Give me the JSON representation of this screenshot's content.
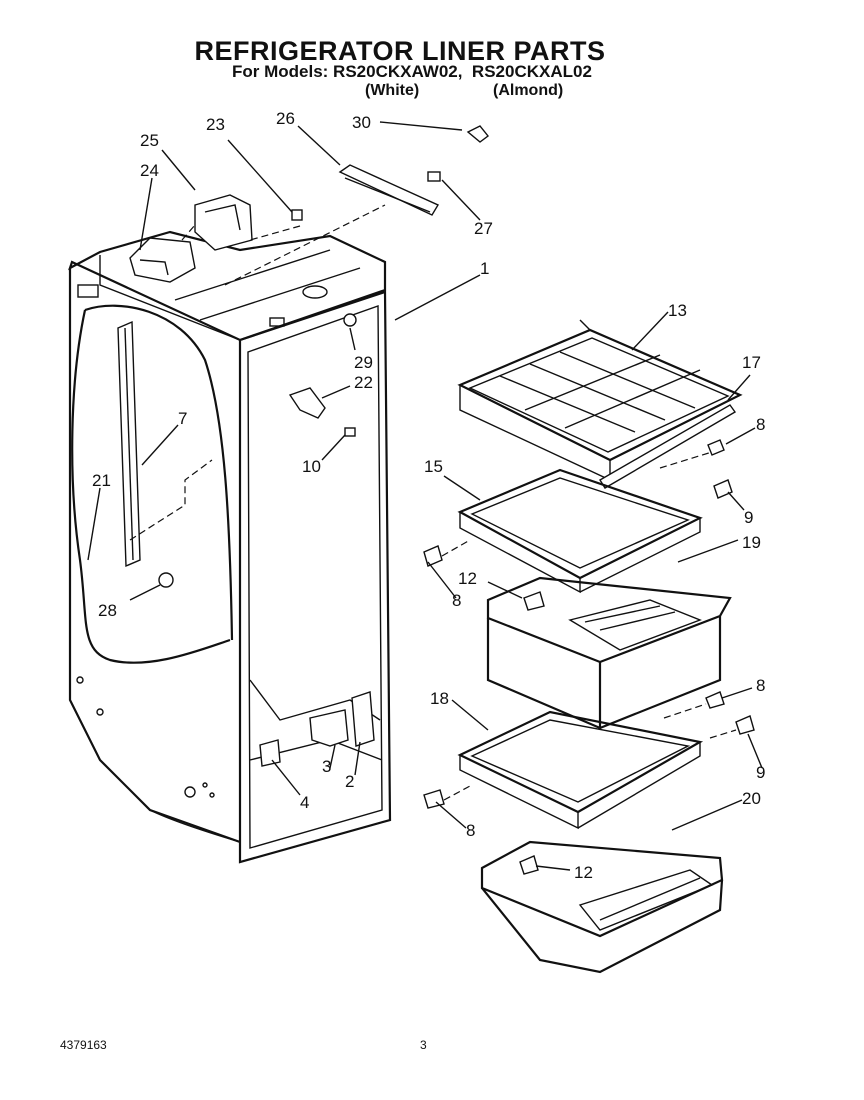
{
  "header": {
    "title": "REFRIGERATOR LINER PARTS",
    "models_line": "For Models: RS20CKXAW02,  RS20CKXAL02",
    "color_white": "(White)",
    "color_almond": "(Almond)"
  },
  "callouts": {
    "c1": "1",
    "c2": "2",
    "c3": "3",
    "c4": "4",
    "c7": "7",
    "c8a": "8",
    "c8b": "8",
    "c8c": "8",
    "c8d": "8",
    "c9a": "9",
    "c9b": "9",
    "c10": "10",
    "c12a": "12",
    "c12b": "12",
    "c13": "13",
    "c15": "15",
    "c17": "17",
    "c18": "18",
    "c19": "19",
    "c20": "20",
    "c21": "21",
    "c22": "22",
    "c23": "23",
    "c24": "24",
    "c25": "25",
    "c26": "26",
    "c27": "27",
    "c28": "28",
    "c29": "29",
    "c30": "30"
  },
  "footer": {
    "doc_number": "4379163",
    "page_number": "3"
  }
}
